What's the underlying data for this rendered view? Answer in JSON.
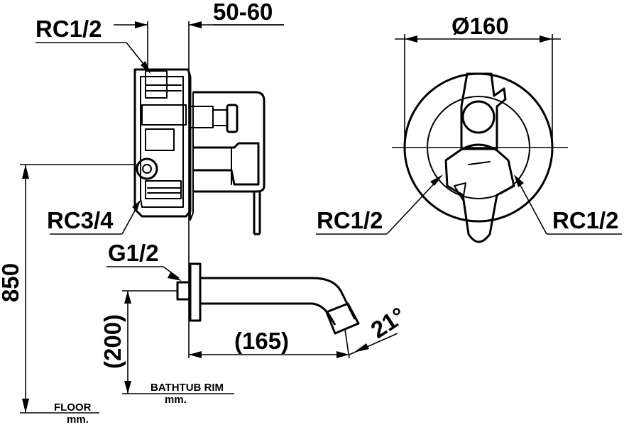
{
  "labels": {
    "rc12_top": "RC1/2",
    "depth": "50-60",
    "diameter": "Ø160",
    "rc34": "RC3/4",
    "g12": "G1/2",
    "height": "850",
    "spout_height": "(200)",
    "spout_length": "(165)",
    "angle": "21°",
    "rc12_left": "RC1/2",
    "rc12_right": "RC1/2",
    "bathtub_rim": "BATHTUB RIM",
    "bathtub_unit": "mm.",
    "floor": "FLOOR",
    "floor_unit": "mm."
  }
}
